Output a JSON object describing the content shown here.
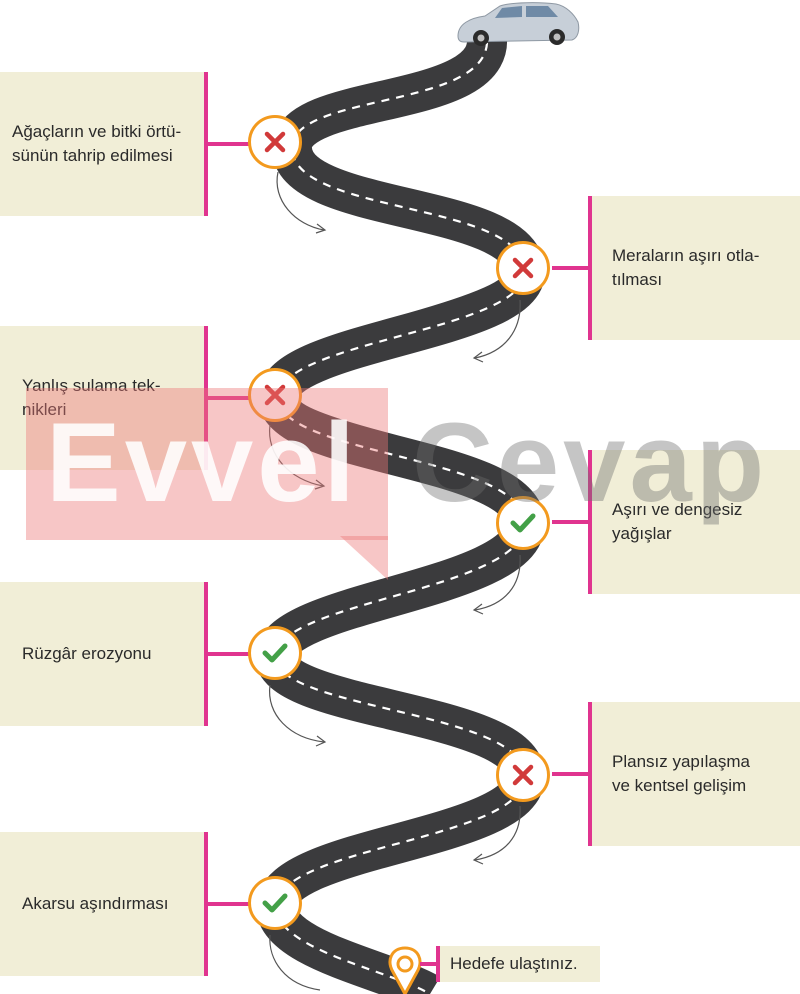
{
  "steps": [
    {
      "label": [
        "Ağaçların ve bitki örtü-",
        "sünün tahrip edilmesi"
      ],
      "mark": "cross-icon"
    },
    {
      "label": [
        "Meraların aşırı otla-",
        "tılması"
      ],
      "mark": "cross-icon"
    },
    {
      "label": [
        "Yanlış sulama tek-",
        "nikleri"
      ],
      "mark": "cross-icon"
    },
    {
      "label": [
        "Aşırı ve dengesiz",
        "yağışlar"
      ],
      "mark": "check-icon"
    },
    {
      "label": [
        "Rüzgâr erozyonu"
      ],
      "mark": "check-icon"
    },
    {
      "label": [
        "Plansız yapılaşma",
        "ve kentsel gelişim"
      ],
      "mark": "cross-icon"
    },
    {
      "label": [
        "Akarsu aşındırması"
      ],
      "mark": "check-icon"
    }
  ],
  "goal": {
    "label": "Hedefe ulaştınız.",
    "icon": "location-pin-icon"
  },
  "watermark": {
    "left": "Evvel",
    "right": "Cevap"
  },
  "colors": {
    "box": "#f1eed7",
    "connector": "#e0348f",
    "circle_border": "#f39a1e",
    "cross": "#d13a3a",
    "check": "#43a047",
    "road": "#3b3b3d",
    "car": "#c7cfd8"
  }
}
